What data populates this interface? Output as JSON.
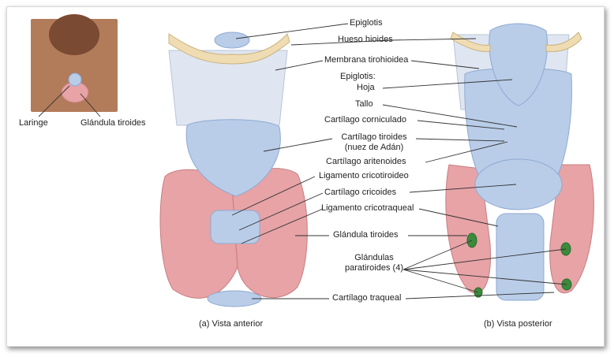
{
  "colors": {
    "cartilage": "#b9cde8",
    "cartilage_dark": "#8ea9d3",
    "thyroid": "#e7a3a6",
    "thyroid_dark": "#c97d82",
    "bone": "#efdcb2",
    "membrane": "#dfe6f1",
    "parathyroid": "#3c8a3c",
    "skin": "#b27b5a",
    "leader": "#333333"
  },
  "inset": {
    "larynx_label": "Laringe",
    "thyroid_label": "Glándula tiroides"
  },
  "labels": {
    "epiglottis": "Epiglotis",
    "hyoid": "Hueso hioides",
    "thyrohyoid_membrane": "Membrana tirohioidea",
    "epiglottis_heading": "Epiglotis:",
    "leaf": "Hoja",
    "stalk": "Tallo",
    "corniculate": "Cartílago corniculado",
    "thyroid_cartilage_1": "Cartílago tiroides",
    "thyroid_cartilage_2": "(nuez de Adán)",
    "arytenoid": "Cartílago aritenoides",
    "cricothyroid_ligament": "Ligamento cricotiroideo",
    "cricoid": "Cartílago cricoides",
    "cricotracheal_ligament": "Ligamento cricotraqueal",
    "thyroid_gland": "Glándula tiroides",
    "parathyroid_1": "Glándulas",
    "parathyroid_2": "paratiroides (4)",
    "tracheal_cartilage": "Cartílago traqueal"
  },
  "captions": {
    "anterior": "(a) Vista anterior",
    "posterior": "(b) Vista posterior"
  }
}
